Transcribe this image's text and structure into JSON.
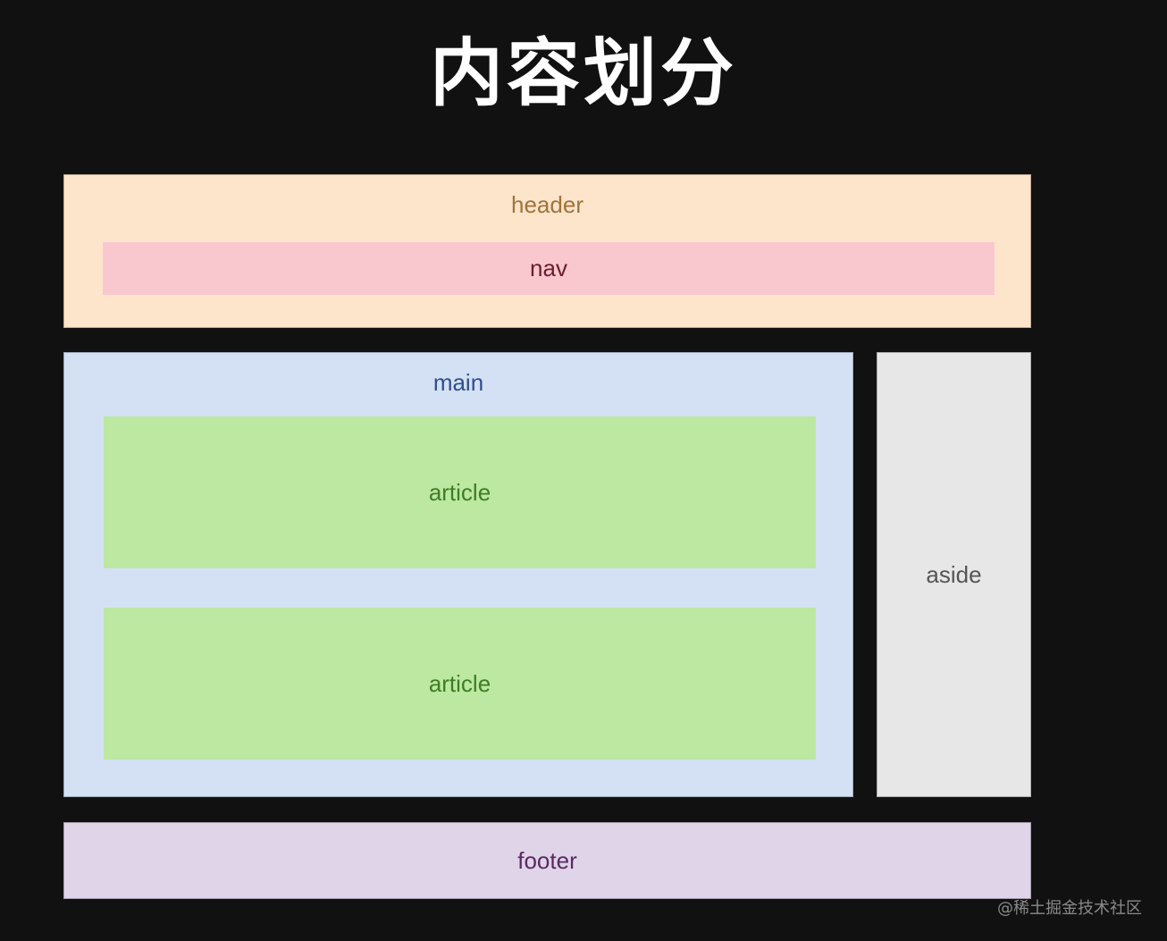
{
  "title": "内容划分",
  "regions": {
    "header": {
      "label": "header",
      "color": "#fde5cc"
    },
    "nav": {
      "label": "nav",
      "color": "#f9c8cf"
    },
    "main": {
      "label": "main",
      "color": "#d4e1f4"
    },
    "articles": [
      {
        "label": "article",
        "color": "#bce8a2"
      },
      {
        "label": "article",
        "color": "#bce8a2"
      }
    ],
    "aside": {
      "label": "aside",
      "color": "#e7e7e7"
    },
    "footer": {
      "label": "footer",
      "color": "#e0d4e8"
    }
  },
  "watermark": "@稀土掘金技术社区"
}
